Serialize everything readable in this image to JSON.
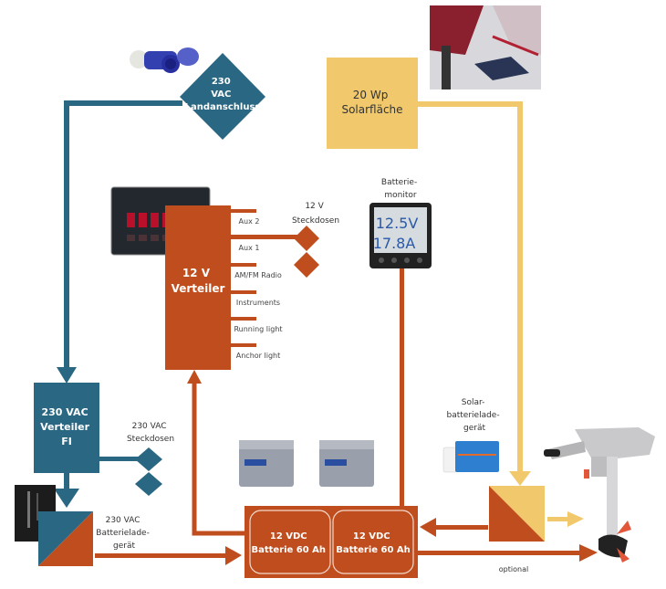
{
  "colors": {
    "ac_blue": "#2a6782",
    "dc_orange": "#c04d1d",
    "solar_yellow": "#f1c96c",
    "text_dark": "#333333",
    "white": "#ffffff"
  },
  "nodes": {
    "shore_power": {
      "lines": [
        "230",
        "VAC",
        "Landanschluss"
      ],
      "icon": "shore-power-plug-photo"
    },
    "solar_panel": {
      "lines": [
        "20 Wp",
        "Solarfläche"
      ],
      "icon": "solar-panel-photo"
    },
    "dc_panel": {
      "lines": [
        "12 V",
        "Verteiler"
      ],
      "icon": "switch-panel-photo"
    },
    "battery_monitor": {
      "lines": [
        "Batterie-",
        "monitor"
      ],
      "display_voltage": "12.5V",
      "display_current": "17.8A",
      "icon": "battery-monitor-photo"
    },
    "ac_panel": {
      "lines": [
        "230 VAC",
        "Verteiler",
        "FI"
      ]
    },
    "ac_outlets": {
      "lines": [
        "230 VAC",
        "Steckdosen"
      ]
    },
    "dc_outlets": {
      "lines": [
        "12 V",
        "Steckdosen"
      ]
    },
    "ac_charger": {
      "lines": [
        "230 VAC",
        "Batterielade-",
        "gerät"
      ],
      "icon": "battery-charger-photo"
    },
    "solar_charger": {
      "lines": [
        "Solar-",
        "batterielade-",
        "gerät"
      ],
      "icon": "solar-charge-controller-photo"
    },
    "batteries": [
      {
        "lines": [
          "12 VDC",
          "Batterie 60 Ah"
        ]
      },
      {
        "lines": [
          "12 VDC",
          "Batterie 60 Ah"
        ]
      }
    ],
    "outboard_motor": {
      "icon": "electric-outboard-photo"
    }
  },
  "dc_circuits": [
    "Aux 2",
    "Aux 1",
    "AM/FM Radio",
    "Instruments",
    "Running light",
    "Anchor light"
  ],
  "edge_labels": {
    "optional": "optional"
  }
}
